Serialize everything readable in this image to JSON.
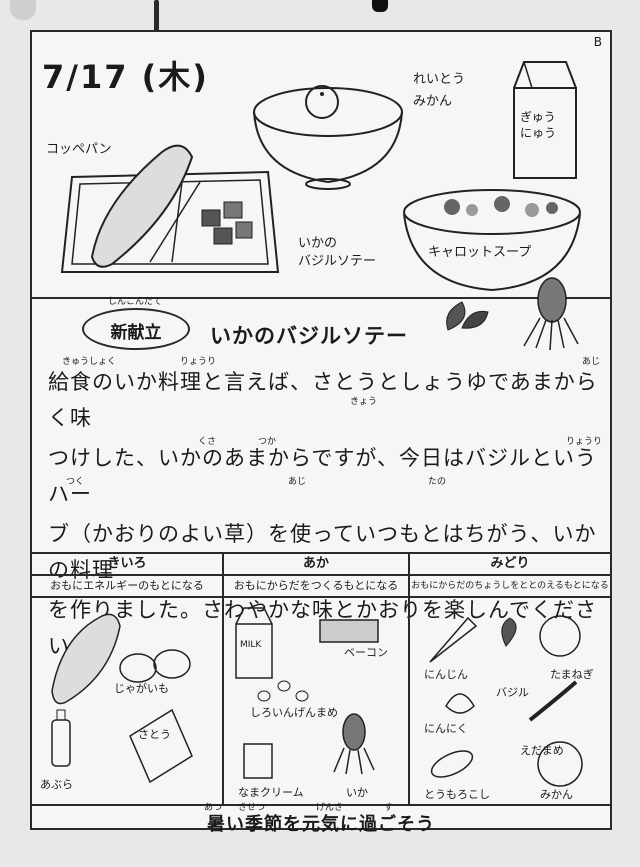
{
  "sheet": {
    "corner_mark": "B",
    "date": "7/17 (木)",
    "menu_labels": {
      "koppe": "コッペパン",
      "mikan_line1": "れいとう",
      "mikan_line2": "みかん",
      "milk_line1": "ぎゅう",
      "milk_line2": "にゅう",
      "ika_line1": "いかの",
      "ika_line2": "バジルソテー",
      "carrot_soup": "キャロットスープ"
    },
    "new_menu": {
      "ruby": "しんこんだて",
      "text": "新献立"
    },
    "dish_title": "いかのバジルソテー",
    "story": {
      "line1": "給食のいか料理と言えば、さとうとしょうゆであまからく味",
      "line2": "つけした、いかのあまからですが、今日はバジルというハー",
      "line3": "ブ（かおりのよい草）を使っていつもとはちがう、いかの料理",
      "line4": "を作りました。さわやかな味とかおりを楽しんでください。",
      "ruby_kyushoku": "きゅうしょく",
      "ruby_ryouri": "りょうり",
      "ruby_aji": "あじ",
      "ruby_kyou": "きょう",
      "ruby_kusa": "くさ",
      "ruby_tsuka": "つか",
      "ruby_ryouri2": "りょうり",
      "ruby_tsuku": "つく",
      "ruby_aji2": "あじ",
      "ruby_tano": "たの"
    },
    "groups": {
      "yellow": {
        "name": "きいろ",
        "desc": "おもにエネルギーのもとになる",
        "items": [
          "じゃがいも",
          "あぶら"
        ],
        "sugar_pkg": "さとう"
      },
      "red": {
        "name": "あか",
        "desc": "おもにからだをつくるもとになる",
        "items": [
          "ベーコン",
          "しろいんげんまめ",
          "なまクリーム",
          "いか"
        ],
        "milk_pkg": "MILK"
      },
      "green": {
        "name": "みどり",
        "desc": "おもにからだのちょうしをととのえるもとになる",
        "items": [
          "にんじん",
          "たまねぎ",
          "バジル",
          "にんにく",
          "えだまめ",
          "とうもろこし",
          "みかん"
        ]
      }
    },
    "footer": {
      "text": "暑い季節を元気に過ごそう",
      "ruby_atsu": "あつ",
      "ruby_kisetsu": "きせつ",
      "ruby_genki": "げんき",
      "ruby_su": "す"
    }
  }
}
